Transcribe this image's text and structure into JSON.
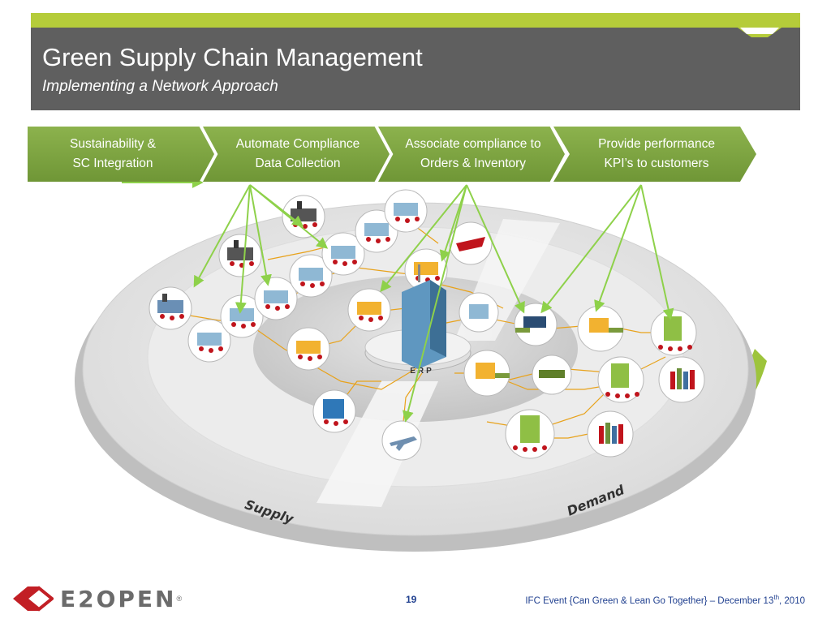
{
  "header": {
    "title": "Green Supply Chain Management",
    "subtitle": "Implementing a Network Approach"
  },
  "steps": [
    {
      "label": "Sustainability  &\nSC Integration"
    },
    {
      "label": "Automate Compliance\nData Collection"
    },
    {
      "label": "Associate compliance to\nOrders  & Inventory"
    },
    {
      "label": "Provide performance\nKPI’s to customers"
    }
  ],
  "diagram": {
    "center_label": "ERP",
    "supply_label": "Supply",
    "demand_label": "Demand"
  },
  "footer": {
    "logo_text": "E2OPEN",
    "logo_reg": "®",
    "page_number": "19",
    "event_prefix": "IFC Event {Can Green & Lean Go Together} – December 13",
    "event_sup": "th",
    "event_suffix": ", 2010"
  },
  "colors": {
    "accent_green": "#b5cc3a",
    "title_bar": "#5f5f5f",
    "arrow_green": "#8ed14a",
    "link_orange": "#e8a21b",
    "footer_text": "#1f3f8f"
  },
  "icons": [
    "factory-icon",
    "office-building-icon",
    "warehouse-icon",
    "truck-icon",
    "ship-icon",
    "airplane-icon",
    "people-group-icon",
    "e2open-logo-icon"
  ]
}
